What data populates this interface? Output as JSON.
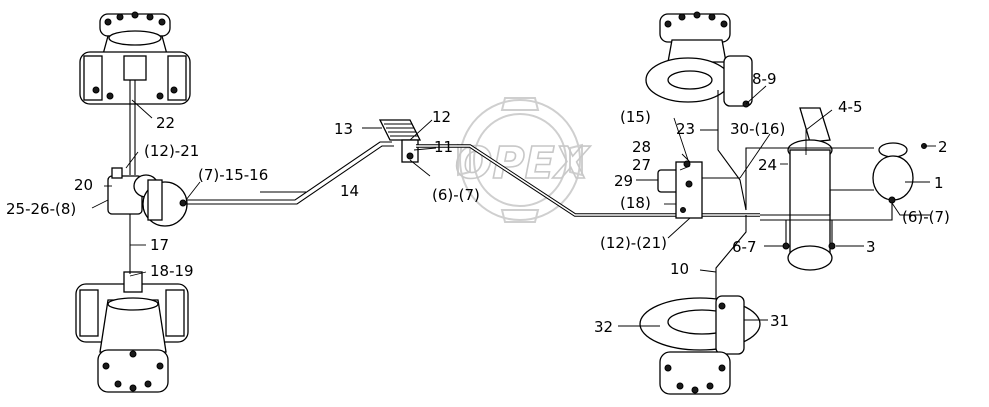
{
  "watermark": "OPEX",
  "callouts": [
    {
      "id": "c1",
      "text": "1"
    },
    {
      "id": "c2",
      "text": "2"
    },
    {
      "id": "c3",
      "text": "3"
    },
    {
      "id": "c4_5",
      "text": "4-5"
    },
    {
      "id": "c6_7_right",
      "text": "(6)-(7)"
    },
    {
      "id": "c6_7",
      "text": "6-7"
    },
    {
      "id": "c8_9",
      "text": "8-9"
    },
    {
      "id": "c10",
      "text": "10"
    },
    {
      "id": "c11",
      "text": "11"
    },
    {
      "id": "c12",
      "text": "12"
    },
    {
      "id": "c12_21_center",
      "text": "(12)-(21)"
    },
    {
      "id": "c13",
      "text": "13"
    },
    {
      "id": "c14",
      "text": "14"
    },
    {
      "id": "c15",
      "text": "(15)"
    },
    {
      "id": "c17",
      "text": "17"
    },
    {
      "id": "c18",
      "text": "(18)"
    },
    {
      "id": "c18_19",
      "text": "18-19"
    },
    {
      "id": "c20",
      "text": "20"
    },
    {
      "id": "c12_21_left",
      "text": "(12)-21"
    },
    {
      "id": "c22",
      "text": "22"
    },
    {
      "id": "c23",
      "text": "23"
    },
    {
      "id": "c24",
      "text": "24"
    },
    {
      "id": "c25_26_8",
      "text": "25-26-(8)"
    },
    {
      "id": "c6_7_center",
      "text": "(6)-(7)"
    },
    {
      "id": "c7_15_16",
      "text": "(7)-15-16"
    },
    {
      "id": "c27",
      "text": "27"
    },
    {
      "id": "c28",
      "text": "28"
    },
    {
      "id": "c29",
      "text": "29"
    },
    {
      "id": "c30_16",
      "text": "30-(16)"
    },
    {
      "id": "c31",
      "text": "31"
    },
    {
      "id": "c32",
      "text": "32"
    }
  ]
}
